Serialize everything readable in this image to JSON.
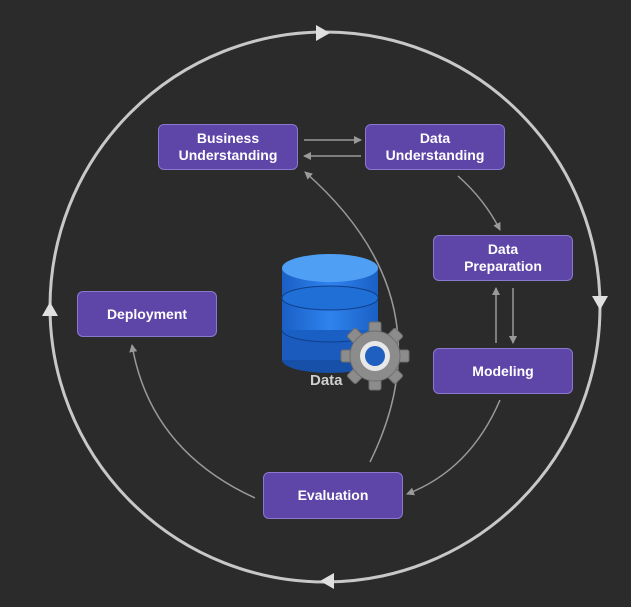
{
  "diagram": {
    "nodes": {
      "business_understanding": "Business\nUnderstanding",
      "data_understanding": "Data\nUnderstanding",
      "data_preparation": "Data\nPreparation",
      "modeling": "Modeling",
      "evaluation": "Evaluation",
      "deployment": "Deployment"
    },
    "center_label": "Data",
    "colors": {
      "background": "#2b2b2b",
      "box_fill": "#5e45a8",
      "box_border": "#8b78cf",
      "arrow": "#9a9a9a",
      "outer_ring": "#c8c8c8",
      "database_blue": "#1f6fd6",
      "gear": "#8c8c8c"
    },
    "icons": [
      "database-icon",
      "gear-icon"
    ]
  }
}
